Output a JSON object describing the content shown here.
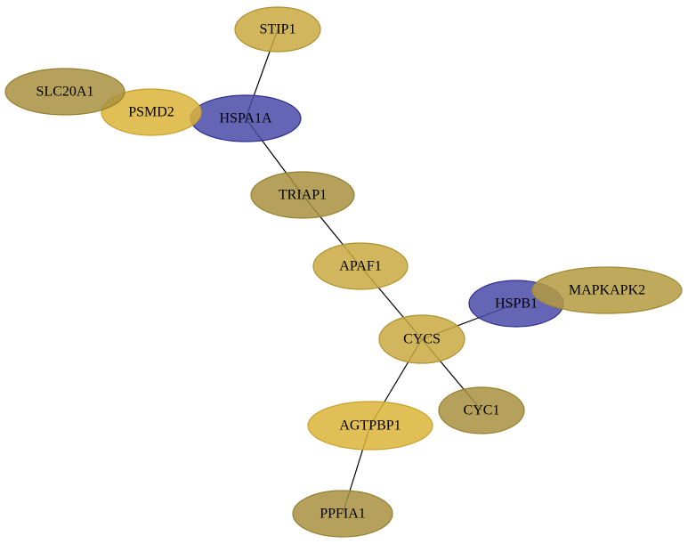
{
  "graph": {
    "nodes": [
      {
        "id": "STIP1",
        "label": "STIP1",
        "role": "gold"
      },
      {
        "id": "SLC20A1",
        "label": "SLC20A1",
        "role": "dark-gold"
      },
      {
        "id": "PSMD2",
        "label": "PSMD2",
        "role": "bright-gold"
      },
      {
        "id": "HSPA1A",
        "label": "HSPA1A",
        "role": "blue"
      },
      {
        "id": "TRIAP1",
        "label": "TRIAP1",
        "role": "dark-gold"
      },
      {
        "id": "APAF1",
        "label": "APAF1",
        "role": "gold"
      },
      {
        "id": "CYCS",
        "label": "CYCS",
        "role": "gold"
      },
      {
        "id": "HSPB1",
        "label": "HSPB1",
        "role": "blue"
      },
      {
        "id": "MAPKAPK2",
        "label": "MAPKAPK2",
        "role": "olive-gold"
      },
      {
        "id": "CYC1",
        "label": "CYC1",
        "role": "dark-gold"
      },
      {
        "id": "AGTPBP1",
        "label": "AGTPBP1",
        "role": "bright-gold"
      },
      {
        "id": "PPFIA1",
        "label": "PPFIA1",
        "role": "dark-gold"
      }
    ],
    "edges": [
      {
        "source": "STIP1",
        "target": "HSPA1A"
      },
      {
        "source": "HSPA1A",
        "target": "TRIAP1"
      },
      {
        "source": "TRIAP1",
        "target": "APAF1"
      },
      {
        "source": "APAF1",
        "target": "CYCS"
      },
      {
        "source": "CYCS",
        "target": "HSPB1"
      },
      {
        "source": "CYCS",
        "target": "CYC1"
      },
      {
        "source": "CYCS",
        "target": "AGTPBP1"
      },
      {
        "source": "AGTPBP1",
        "target": "PPFIA1"
      }
    ],
    "colors": {
      "gold": {
        "fill": "#c9a941",
        "stroke": "#b09030"
      },
      "dark-gold": {
        "fill": "#a8913f",
        "stroke": "#93802f"
      },
      "bright-gold": {
        "fill": "#dcb43a",
        "stroke": "#c9a02a"
      },
      "olive-gold": {
        "fill": "#b39a40",
        "stroke": "#a08a30"
      },
      "blue": {
        "fill": "#4a4aa8",
        "stroke": "#2f2f8f"
      }
    }
  }
}
